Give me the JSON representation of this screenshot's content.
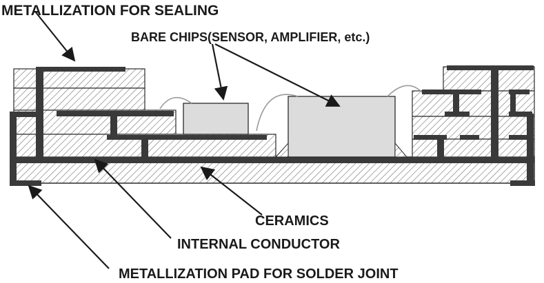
{
  "labels": {
    "metallization_sealing": "METALLIZATION FOR SEALING",
    "bare_chips": "BARE CHIPS(SENSOR, AMPLIFIER, etc.)",
    "ceramics": "CERAMICS",
    "internal_conductor": "INTERNAL CONDUCTOR",
    "solder_pad": "METALLIZATION PAD FOR SOLDER JOINT"
  },
  "colors": {
    "conductor": "#3a3a3a",
    "hatch": "#7a7a7a",
    "chip_fill": "#dcdcdc",
    "outline": "#2a2a2a",
    "text": "#1a1a1a"
  }
}
